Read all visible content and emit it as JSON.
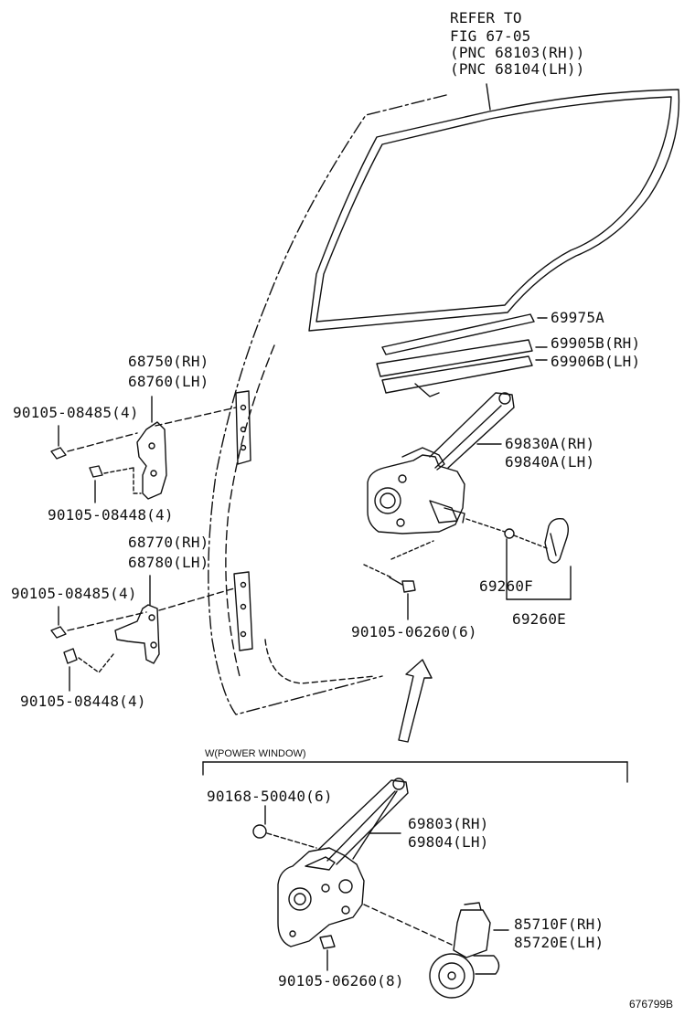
{
  "refer": {
    "line1": "REFER TO",
    "line2": "FIG 67-05",
    "line3": "(PNC 68103(RH))",
    "line4": "(PNC 68104(LH))"
  },
  "callouts": {
    "p69975a": "69975A",
    "p69905b": "69905B(RH)",
    "p69906b": "69906B(LH)",
    "p68750": "68750(RH)",
    "p68760": "68760(LH)",
    "b_upper_1": "90105-08485(4)",
    "b_upper_2": "90105-08448(4)",
    "p69830a": "69830A(RH)",
    "p69840a": "69840A(LH)",
    "p68770": "68770(RH)",
    "p68780": "68780(LH)",
    "b_lower_1": "90105-08485(4)",
    "b_lower_2": "90105-08448(4)",
    "p69260f": "69260F",
    "p69260e": "69260E",
    "b_regulator": "90105-06260(6)",
    "power_heading": "W(POWER WINDOW)",
    "b_power_1": "90168-50040(6)",
    "p69803": "69803(RH)",
    "p69804": "69804(LH)",
    "p85710f": "85710F(RH)",
    "p85720e": "85720E(LH)",
    "b_power_2": "90105-06260(8)",
    "figure_id": "676799B"
  },
  "colors": {
    "ink": "#111111",
    "paper": "#ffffff"
  }
}
